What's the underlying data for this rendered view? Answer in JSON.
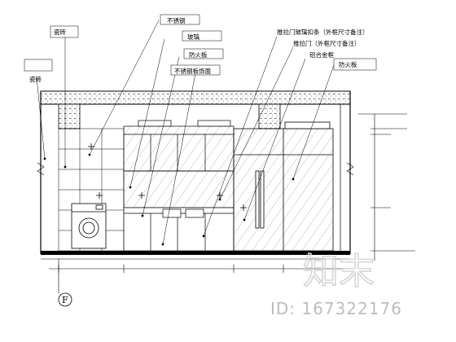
{
  "drawing": {
    "type": "kitchen-elevation",
    "line_color": "#000000",
    "hatch_color": "#555555",
    "watermark_color": "#cccccc"
  },
  "labels": [
    {
      "id": "wall-tile-top",
      "text": "瓷砖"
    },
    {
      "id": "wall-tile-left",
      "text": "瓷砖"
    },
    {
      "id": "stainless-steel",
      "text": "不锈钢"
    },
    {
      "id": "glass",
      "text": "玻璃"
    },
    {
      "id": "laminate",
      "text": "防火板"
    },
    {
      "id": "stainless-trim",
      "text": "不锈钢板饰面"
    },
    {
      "id": "door-spec-1",
      "text": "推拉门玻璃扣条（外框尺寸备注）"
    },
    {
      "id": "door-spec-2",
      "text": "推拉门（外框尺寸备注）"
    },
    {
      "id": "door-spec-3",
      "text": "铝合金框"
    },
    {
      "id": "laminate-right",
      "text": "防火板"
    }
  ],
  "grid_tag": "F",
  "watermark": {
    "logo": "知末",
    "id_text": "ID: 167322176"
  }
}
